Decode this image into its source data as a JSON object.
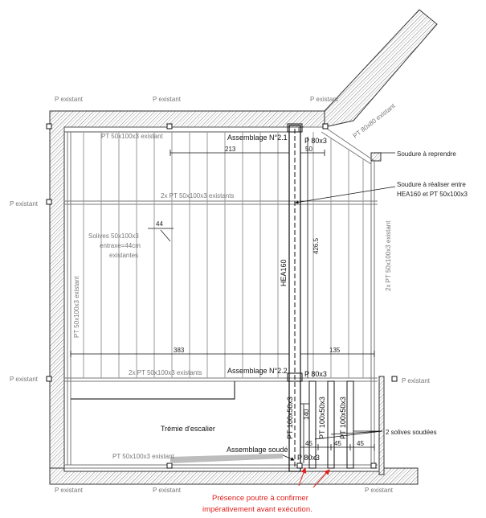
{
  "labels": {
    "p_existant": "P existant",
    "pt_top": "PT 50x100x3 existant",
    "pt_bottom": "PT 50x100x3 existant",
    "pt_corner": "PT 80x80 existant",
    "pt_left": "PT 50x100x3 existant",
    "pt_right": "2x PT 50x100x3 existant",
    "pt_double_top": "2x PT 50x100x3 existants",
    "pt_double_bottom": "2x PT 50x100x3 existants",
    "solives_line1": "Solives 50x100x3",
    "solives_line2": "entraxe=44cm",
    "solives_line3": "existantes",
    "assemblage_1": "Assemblage N°2.1",
    "assemblage_2": "Assemblage N°2.2",
    "assemblage_soude": "Assemblage soudé",
    "post_top": "P 80x3",
    "post_mid": "P 80x3",
    "post_bottom": "P 80x3",
    "hea": "HEA160",
    "soudure_reprendre": "Soudure à reprendre",
    "soudure_realiser_1": "Soudure à réaliser entre",
    "soudure_realiser_2": "HEA160 et PT 50x100x3",
    "tremie": "Trémie d'escalier",
    "pt100_1": "PT 100x50x3",
    "pt100_2": "PT 100x50x3",
    "pt100_3": "PT 100x50x3",
    "deux_solives": "2 solives soudées",
    "presence_1": "Présence poutre à confirmer",
    "presence_2": "impérativement avant exécution."
  },
  "dimensions": {
    "d213": "213",
    "d50": "50",
    "d44": "44",
    "d426": "426.5",
    "d383": "383",
    "d135": "135",
    "d140": "140",
    "d45a": "45",
    "d45b": "45",
    "d45c": "45"
  },
  "colors": {
    "annotation_red": "#e0201e",
    "line_dark": "#111111",
    "line_grey": "#9a9a9a"
  }
}
